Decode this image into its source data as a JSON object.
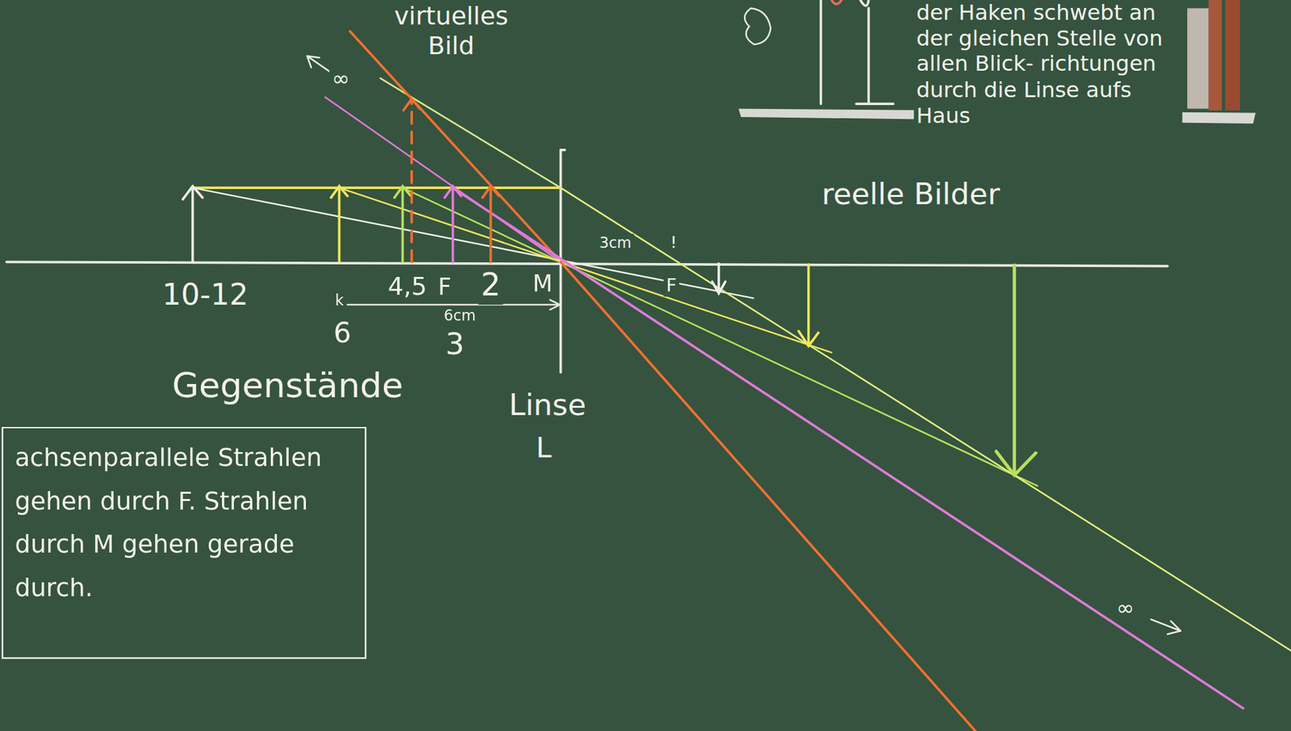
{
  "diagram": {
    "nodes": [
      {
        "text": [
          "achsenparallele Strahlen gehen durch F. Strahlen durch M gehen gerade durch."
        ]
      }
    ],
    "labels": [
      "virtuelles Bild",
      "∞",
      "10-12",
      "k",
      "6",
      "4,5",
      "F",
      "2",
      "M",
      "6cm",
      "3",
      "Gegenstände",
      "Linse",
      "L",
      "3cm",
      "!",
      "F",
      "reelle Bilder",
      "der Haken schwebt an der gleichen Stelle von allen Blick- richtungen durch die Linse aufs Haus",
      "∞"
    ]
  }
}
